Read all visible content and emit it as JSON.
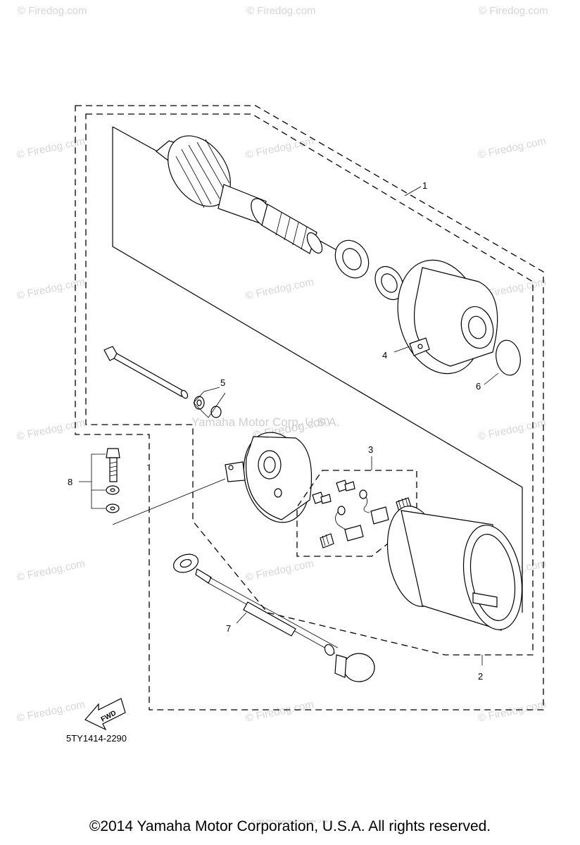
{
  "watermark": {
    "brand": "© Firedog.com",
    "center": "Yamaha Motor Corp, U.S.A.",
    "center_brand": "© Firedog.com"
  },
  "callouts": [
    "1",
    "2",
    "3",
    "4",
    "5",
    "6",
    "7",
    "8"
  ],
  "fwd_label": "FWD",
  "part_code": "5TY1414-2290",
  "tiny_text": "(c) 2005-2016 Yamaha Motor Corporation, U.S.A.",
  "copyright": "©2014 Yamaha Motor Corporation, U.S.A. All rights reserved."
}
